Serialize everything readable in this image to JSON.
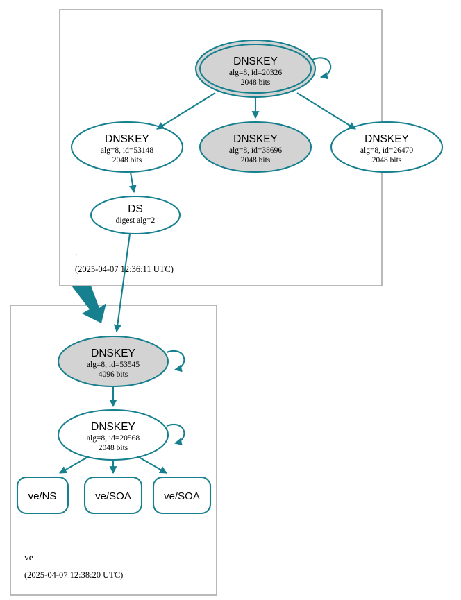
{
  "diagram": {
    "kind": "dnssec-authentication-chain",
    "colors": {
      "accent_teal": "#17808f",
      "node_secure_fill": "#d3d3d3",
      "node_plain_fill": "#ffffff",
      "zone_border": "#a8a8a8",
      "background": "#ffffff",
      "text": "#000000"
    }
  },
  "zones": [
    {
      "id": "root-zone",
      "label": ".",
      "timestamp": "(2025-04-07 12:36:11 UTC)",
      "nodes": [
        {
          "id": "root-ksk-20326",
          "type": "DNSKEY",
          "title": "DNSKEY",
          "params": "alg=8, id=20326",
          "size": "2048 bits",
          "fill": "grey",
          "double_border": true,
          "self_signed": true
        },
        {
          "id": "root-zsk-53148",
          "type": "DNSKEY",
          "title": "DNSKEY",
          "params": "alg=8, id=53148",
          "size": "2048 bits",
          "fill": "white",
          "double_border": false,
          "self_signed": false
        },
        {
          "id": "root-zsk-38696",
          "type": "DNSKEY",
          "title": "DNSKEY",
          "params": "alg=8, id=38696",
          "size": "2048 bits",
          "fill": "grey",
          "double_border": false,
          "self_signed": false
        },
        {
          "id": "root-zsk-26470",
          "type": "DNSKEY",
          "title": "DNSKEY",
          "params": "alg=8, id=26470",
          "size": "2048 bits",
          "fill": "white",
          "double_border": false,
          "self_signed": false
        },
        {
          "id": "root-ds",
          "type": "DS",
          "title": "DS",
          "params": "digest alg=2",
          "size": "",
          "fill": "white",
          "double_border": false,
          "self_signed": false
        }
      ]
    },
    {
      "id": "ve-zone",
      "label": "ve",
      "timestamp": "(2025-04-07 12:38:20 UTC)",
      "nodes": [
        {
          "id": "ve-ksk-53545",
          "type": "DNSKEY",
          "title": "DNSKEY",
          "params": "alg=8, id=53545",
          "size": "4096 bits",
          "fill": "grey",
          "double_border": false,
          "self_signed": true
        },
        {
          "id": "ve-zsk-20568",
          "type": "DNSKEY",
          "title": "DNSKEY",
          "params": "alg=8, id=20568",
          "size": "2048 bits",
          "fill": "white",
          "double_border": false,
          "self_signed": true
        }
      ],
      "rrsets": [
        {
          "id": "ve-ns",
          "label": "ve/NS"
        },
        {
          "id": "ve-soa-1",
          "label": "ve/SOA"
        },
        {
          "id": "ve-soa-2",
          "label": "ve/SOA"
        }
      ]
    }
  ],
  "edges": [
    {
      "from": "root-ksk-20326",
      "to": "root-zsk-53148"
    },
    {
      "from": "root-ksk-20326",
      "to": "root-zsk-38696"
    },
    {
      "from": "root-ksk-20326",
      "to": "root-zsk-26470"
    },
    {
      "from": "root-zsk-53148",
      "to": "root-ds"
    },
    {
      "from": "root-ds",
      "to": "ve-ksk-53545"
    },
    {
      "from": "ve-ksk-53545",
      "to": "ve-zsk-20568"
    },
    {
      "from": "ve-zsk-20568",
      "to": "ve-ns"
    },
    {
      "from": "ve-zsk-20568",
      "to": "ve-soa-1"
    },
    {
      "from": "ve-zsk-20568",
      "to": "ve-soa-2"
    }
  ]
}
